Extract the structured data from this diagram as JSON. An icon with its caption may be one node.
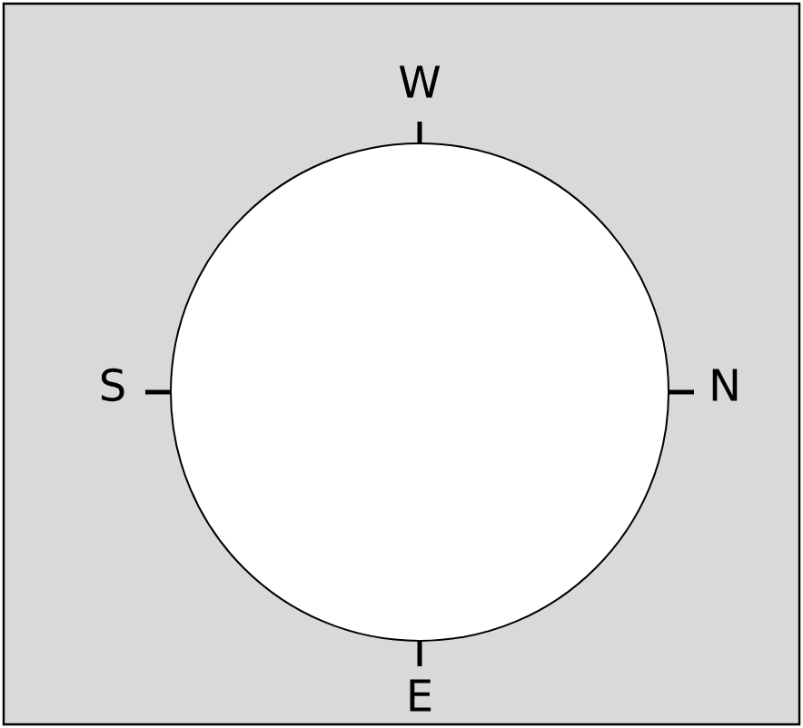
{
  "diagram": {
    "nodes": [
      {
        "text": [],
        "shape": "circle"
      }
    ],
    "labels": [
      "W",
      "S",
      "N",
      "E"
    ]
  }
}
